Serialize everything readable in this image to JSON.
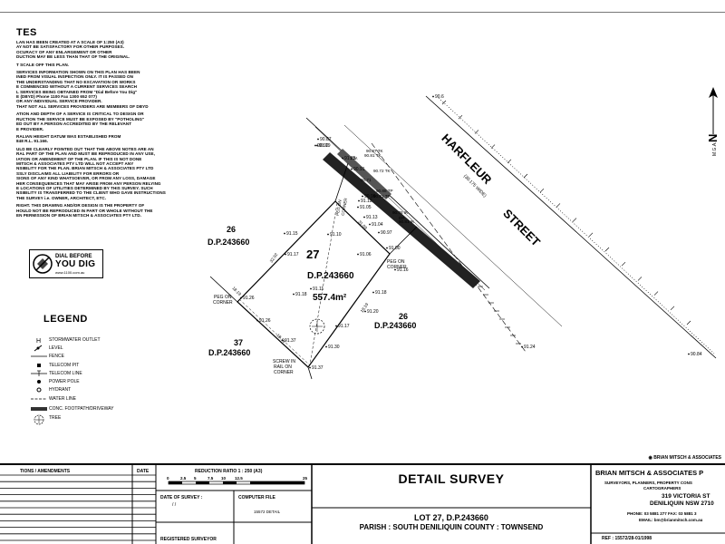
{
  "notes": {
    "title": "TES",
    "blocks": [
      [
        "LAN HAS BEEN CREATED AT A SCALE OF 1:250 (A3)",
        "AY NOT BE SATISFACTORY FOR OTHER PURPOSES.",
        "OCURACY OF ANY ENLARGEMENT OR OTHER",
        "DUCTION MAY BE LESS THAN THAT OF THE ORIGINAL."
      ],
      [
        "T SCALE OFF THIS PLAN."
      ],
      [
        "SERVICES INFORMATION SHOWN ON THIS PLAN HAS BEEN",
        "INED FROM VISUAL INSPECTION ONLY. IT IS PASSED ON",
        "THE UNDERSTANDING THAT NO EXCAVATION OR WORKS",
        "E COMMENCED WITHOUT A CURRENT SERVICES SEARCH",
        "L SERVICES BEING OBTAINED FROM \"Dial Before You Dig\"",
        "E (DBYD) Phone 1100 Fax 1300 652 077)",
        "OR ANY INDIVIDUAL SERVICE PROVIDER.",
        "THAT NOT ALL SERVICES PROVIDERS ARE MEMBERS OF DBYD"
      ],
      [
        "ATION AND DEPTH OF A SERVICE IS CRITICAL TO DESIGN OR",
        "RUCTION THE SERVICE MUST BE EXPOSED BY \"POTHOLING\"",
        "ED OUT BY A PERSON ACCREDITED BY THE RELEVANT",
        "E PROVIDER."
      ],
      [
        "RALIAN HEIGHT DATUM WAS ESTABLISHED FROM",
        "848   R.L. 91.166."
      ],
      [
        "ULD BE CLEARLY POINTED OUT THAT THE ABOVE NOTES ARE AN",
        "RAL PART OF THE PLAN AND MUST BE REPRODUCED IN ANY USE,",
        "IATION OR AMENDMENT OF THE PLAN. IF THIS IS NOT DONE",
        "MITSCH & ASSOCIATES PTY LTD WILL NOT ACCEPT ANY",
        "NSIBILITY FOR THE PLAN. BRIAN MITSCH & ASSOCIATES PTY LTD",
        "SSLY DISCLAIMS ALL LIABILITY FOR ERRORS OR",
        "SIONS OF ANY KIND WHATSOEVER, OR FROM ANY LOSS, DAMAGE",
        "HER CONSEQUENCES THAT MAY ARISE FROM ANY PERSON RELYING",
        "E LOCATIONS OF UTILITIES DETERMINED BY THIS SURVEY. SUCH",
        "NSIBILITY IS TRANSFERRED TO THE CLIENT WHO GAVE INSTRUCTIONS",
        "THE SURVEY i.e. OWNER, ARCHITECT, ETC."
      ],
      [
        "RIGHT. THIS DRAWING AND/OR DESIGN IS THE PROPERTY OF",
        "HOULD NOT BE REPRODUCED IN PART OR WHOLE WITHOUT THE",
        "EN PERMISSION OF BRIAN MITSCH & ASSOCIATES PTY LTD."
      ]
    ]
  },
  "dial_before_you_dig": {
    "line1": "DIAL BEFORE",
    "line2": "YOU DIG",
    "url": "www.1100.com.au"
  },
  "legend": {
    "title": "LEGEND",
    "items": [
      {
        "icon": "stormwater-outlet-icon",
        "label": "STORMWATER OUTLET"
      },
      {
        "icon": "level-icon",
        "label": "LEVEL"
      },
      {
        "icon": "fence-icon",
        "label": "FENCE"
      },
      {
        "icon": "telecom-pit-icon",
        "label": "TELECOM PIT"
      },
      {
        "icon": "telecom-line-icon",
        "label": "TELECOM LINE"
      },
      {
        "icon": "power-pole-icon",
        "label": "POWER POLE"
      },
      {
        "icon": "hydrant-icon",
        "label": "HYDRANT"
      },
      {
        "icon": "water-line-icon",
        "label": "WATER LINE"
      },
      {
        "icon": "footpath-icon",
        "label": "CONC. FOOTPATH/DRIVEWAY"
      },
      {
        "icon": "tree-icon",
        "label": "TREE"
      }
    ]
  },
  "plan": {
    "street": {
      "word1": "HARFLEUR",
      "word2": "STREET",
      "width": "(30.175 WIDE)"
    },
    "north": {
      "letter": "N",
      "label": "M.G.A."
    },
    "lot27": {
      "number": "27",
      "dp": "D.P.243660",
      "area": "557.4m²"
    },
    "adjoining": [
      {
        "number": "26",
        "dp": "D.P.243660"
      },
      {
        "number": "26",
        "dp": "D.P.243660"
      },
      {
        "number": "37",
        "dp": "D.P.243660"
      }
    ],
    "corner_notes": {
      "peg_west": [
        "PEG ON",
        "CORNER"
      ],
      "peg_east": [
        "PEG ON",
        "CORNER"
      ],
      "screw": [
        "SCREW IN",
        "RAIL ON",
        "CORNER"
      ],
      "peg_north": [
        "PEG ON",
        "CORNER"
      ]
    },
    "levels": [
      "91.19",
      "90.87",
      "90.92",
      "90.6",
      "90.91",
      "90.99",
      "91.05",
      "91.12",
      "91.13",
      "91.04",
      "91.10",
      "90.97",
      "91.00",
      "91.06",
      "91.16",
      "91.17",
      "91.18",
      "91.11",
      "91.17",
      "91.26",
      "91.26",
      "91.37",
      "91.30",
      "91.37",
      "91.24",
      "90.84",
      "91.15",
      "91.20",
      "91.18",
      "91.25"
    ],
    "tags": [
      "90.87 TK",
      "90.81 TK",
      "90.72 TK",
      "90.71",
      "90.88 TP",
      "90.81 TP",
      "90.76 IK",
      "90.81 IK",
      "T.W.",
      "DP"
    ],
    "dims": [
      "31.09",
      "32.92",
      "18.19",
      "18.19",
      "18.13"
    ]
  },
  "title_block": {
    "firm_footer": "BRIAN MITSCH & ASSOCIATES",
    "col_revisions": "TIONS / AMENDMENTS",
    "col_date": "DATE",
    "reduction_ratio": "REDUCTION RATIO  1 : 250 (A3)",
    "scale_ticks": [
      "0",
      "2.5",
      "5",
      "7.5",
      "10",
      "12.5",
      "",
      "25"
    ],
    "date_of_survey": "DATE OF SURVEY :",
    "date_value": "/      /",
    "computer_file": "COMPUTER FILE",
    "computer_file_value": "15572 DETAIL",
    "registered_surveyor": "REGISTERED SURVEYOR",
    "drawing_title": "DETAIL SURVEY",
    "lot_line": "LOT 27, D.P.243660",
    "parish_line": "PARISH : SOUTH DENILIQUIN   COUNTY : TOWNSEND",
    "firm_name": "BRIAN MITSCH & ASSOCIATES P",
    "firm_subtitle": "SURVEYORS, PLANNERS, PROPERTY CONS",
    "firm_subtitle2": "CARTOGRAPHERS",
    "address1": "319 VICTORIA ST",
    "address2": "DENILIQUIN NSW 2710",
    "phone": "PHONE: 03 5881 277  FAX: 03 5881 3",
    "email": "EMAIL: bm@brianmitsch.com.au",
    "ref": "REF : 15572/28-01/1998"
  }
}
